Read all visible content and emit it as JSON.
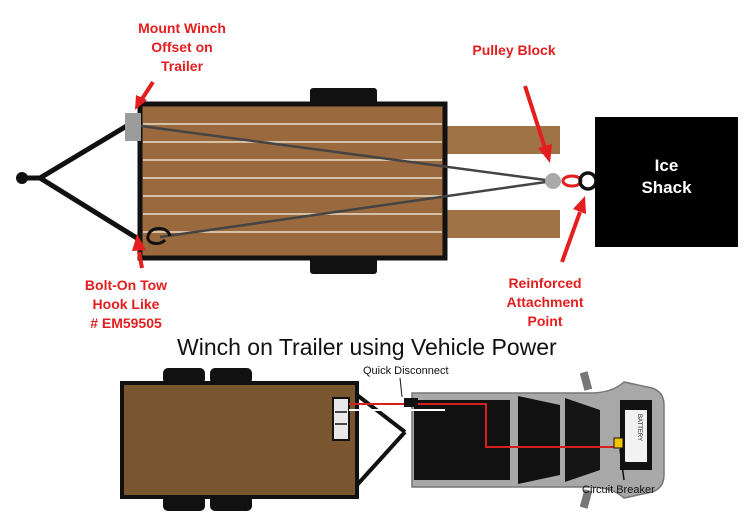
{
  "labels": {
    "mount_winch": [
      "Mount Winch",
      "Offset on",
      "Trailer"
    ],
    "pulley_block": "Pulley Block",
    "ice_shack": [
      "Ice",
      "Shack"
    ],
    "tow_hook": [
      "Bolt-On Tow",
      "Hook Like",
      "# EM59505"
    ],
    "attachment_point": [
      "Reinforced",
      "Attachment",
      "Point"
    ]
  },
  "bottom": {
    "title": "Winch on Trailer using Vehicle Power",
    "quick_disconnect": "Quick Disconnect",
    "circuit_breaker": "Circuit Breaker",
    "battery": "BATTERY"
  },
  "colors": {
    "accent_red": "#e41e1e",
    "wood": "#9a6a3e",
    "wood_light": "#a07346",
    "frame": "#111111",
    "truck": "#a8a8a8",
    "wire": "#d42020"
  }
}
